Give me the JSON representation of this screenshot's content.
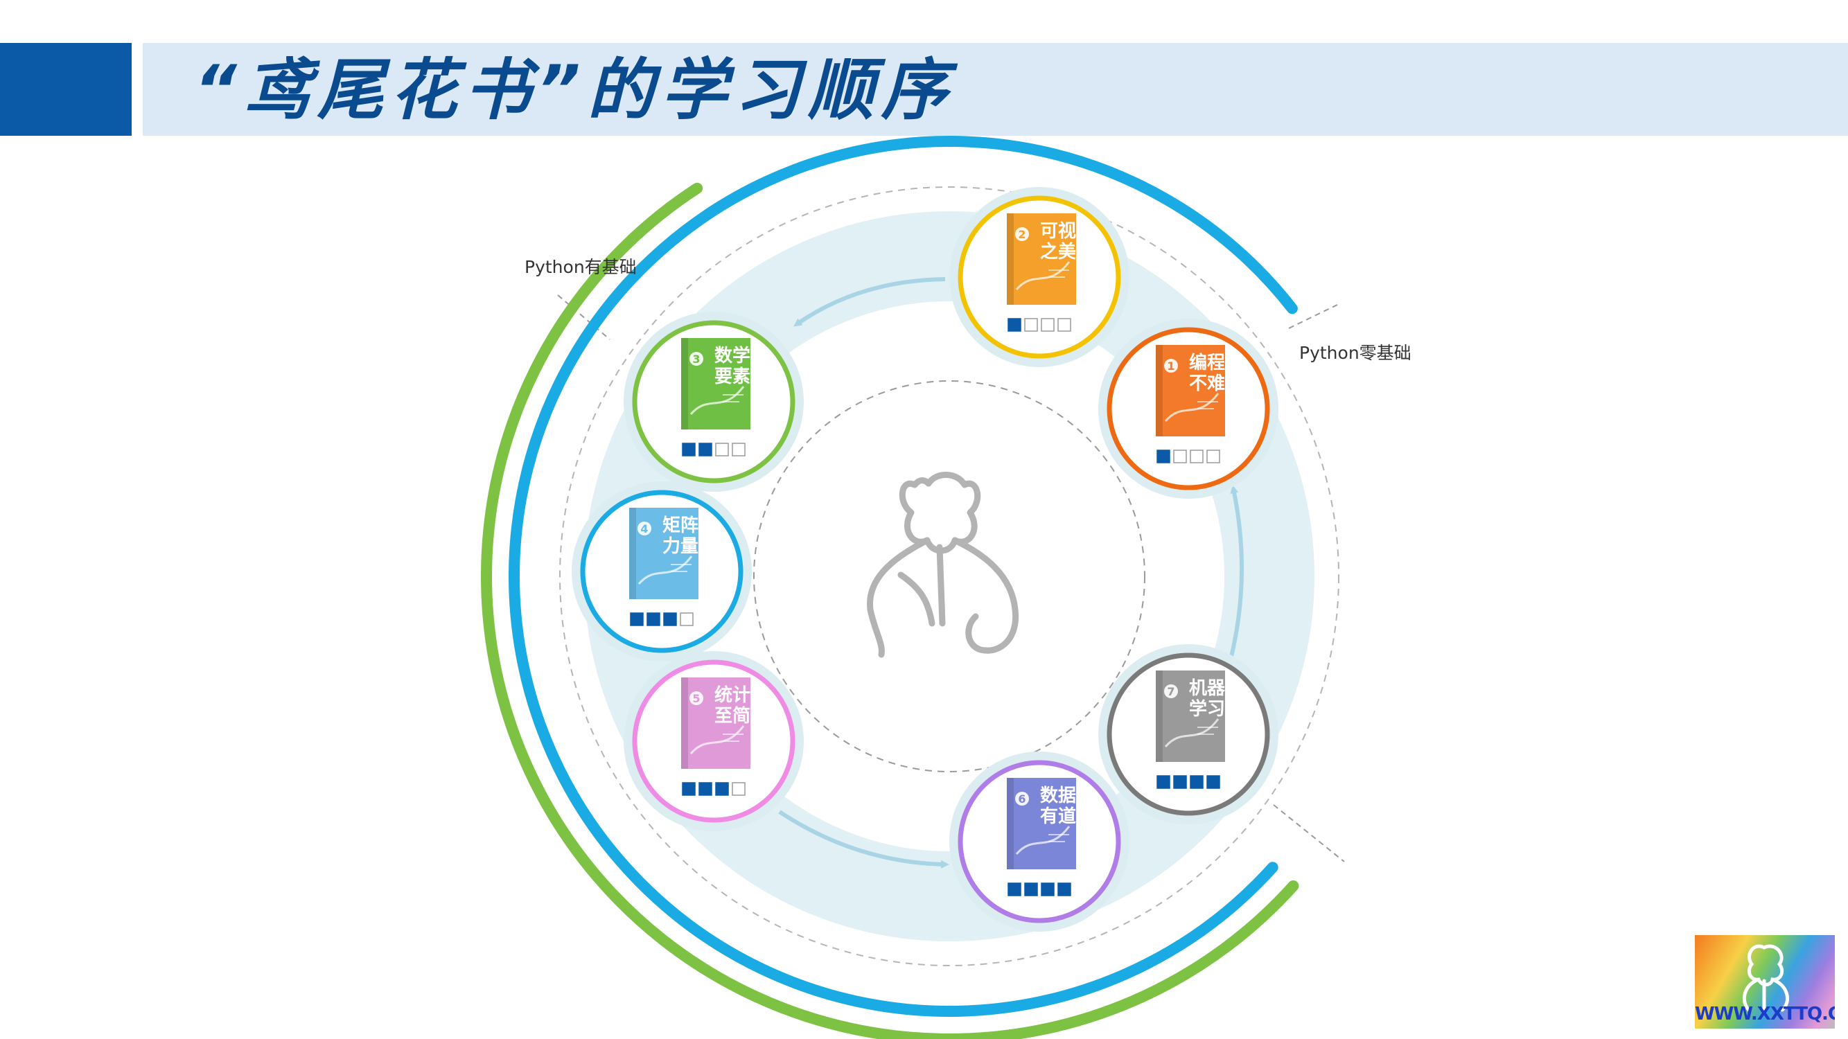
{
  "page": {
    "title": "“鸢尾花书”的学习顺序"
  },
  "labels": {
    "python_basic": "Python有基础",
    "python_zero": "Python零基础"
  },
  "books": [
    {
      "number": "1",
      "title": "编程不难",
      "title_line1": "编程",
      "title_line2": "不难",
      "ring_color": "#ee6a12",
      "cover_color": "#f27a2a",
      "filled": 1,
      "total": 4
    },
    {
      "number": "2",
      "title": "可视之美",
      "title_line1": "可视",
      "title_line2": "之美",
      "ring_color": "#f3c200",
      "cover_color": "#f4a02a",
      "filled": 1,
      "total": 4
    },
    {
      "number": "3",
      "title": "数学要素",
      "title_line1": "数学",
      "title_line2": "要素",
      "ring_color": "#7dc242",
      "cover_color": "#6fbf45",
      "filled": 2,
      "total": 4
    },
    {
      "number": "4",
      "title": "矩阵力量",
      "title_line1": "矩阵",
      "title_line2": "力量",
      "ring_color": "#1aabe4",
      "cover_color": "#6bbde8",
      "filled": 3,
      "total": 4
    },
    {
      "number": "5",
      "title": "统计至简",
      "title_line1": "统计",
      "title_line2": "至简",
      "ring_color": "#ef8be4",
      "cover_color": "#e09ad8",
      "filled": 3,
      "total": 4
    },
    {
      "number": "6",
      "title": "数据有道",
      "title_line1": "数据",
      "title_line2": "有道",
      "ring_color": "#b07ce8",
      "cover_color": "#7c86d8",
      "filled": 4,
      "total": 4
    },
    {
      "number": "7",
      "title": "机器学习",
      "title_line1": "机器",
      "title_line2": "学习",
      "ring_color": "#7a7a7a",
      "cover_color": "#9a9a9a",
      "filled": 4,
      "total": 4
    }
  ],
  "colors": {
    "title_block": "#0a5aa8",
    "title_bar": "#dbe9f6",
    "title_text": "#0a4a8e",
    "arc_blue": "#1aabe4",
    "arc_green": "#7dc242",
    "band": "#dcedf2",
    "arrow": "#a8d4e6",
    "square_filled": "#0a5aa8",
    "square_empty": "#d0d0d0"
  },
  "logo": {
    "url": "WWW.XXTTQ.COM",
    "icon": "iris-flower-icon"
  }
}
